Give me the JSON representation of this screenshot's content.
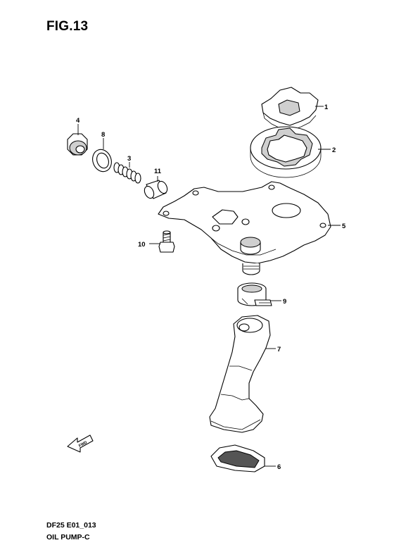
{
  "figure": {
    "title": "FIG.13"
  },
  "footer": {
    "code": "DF25 E01_013",
    "name": "OIL PUMP-C"
  },
  "direction_arrow": {
    "label": "FWD"
  },
  "callouts": {
    "c1": "1",
    "c2": "2",
    "c3": "3",
    "c4": "4",
    "c5": "5",
    "c6": "6",
    "c7": "7",
    "c8": "8",
    "c9": "9",
    "c10": "10",
    "c11": "11"
  }
}
